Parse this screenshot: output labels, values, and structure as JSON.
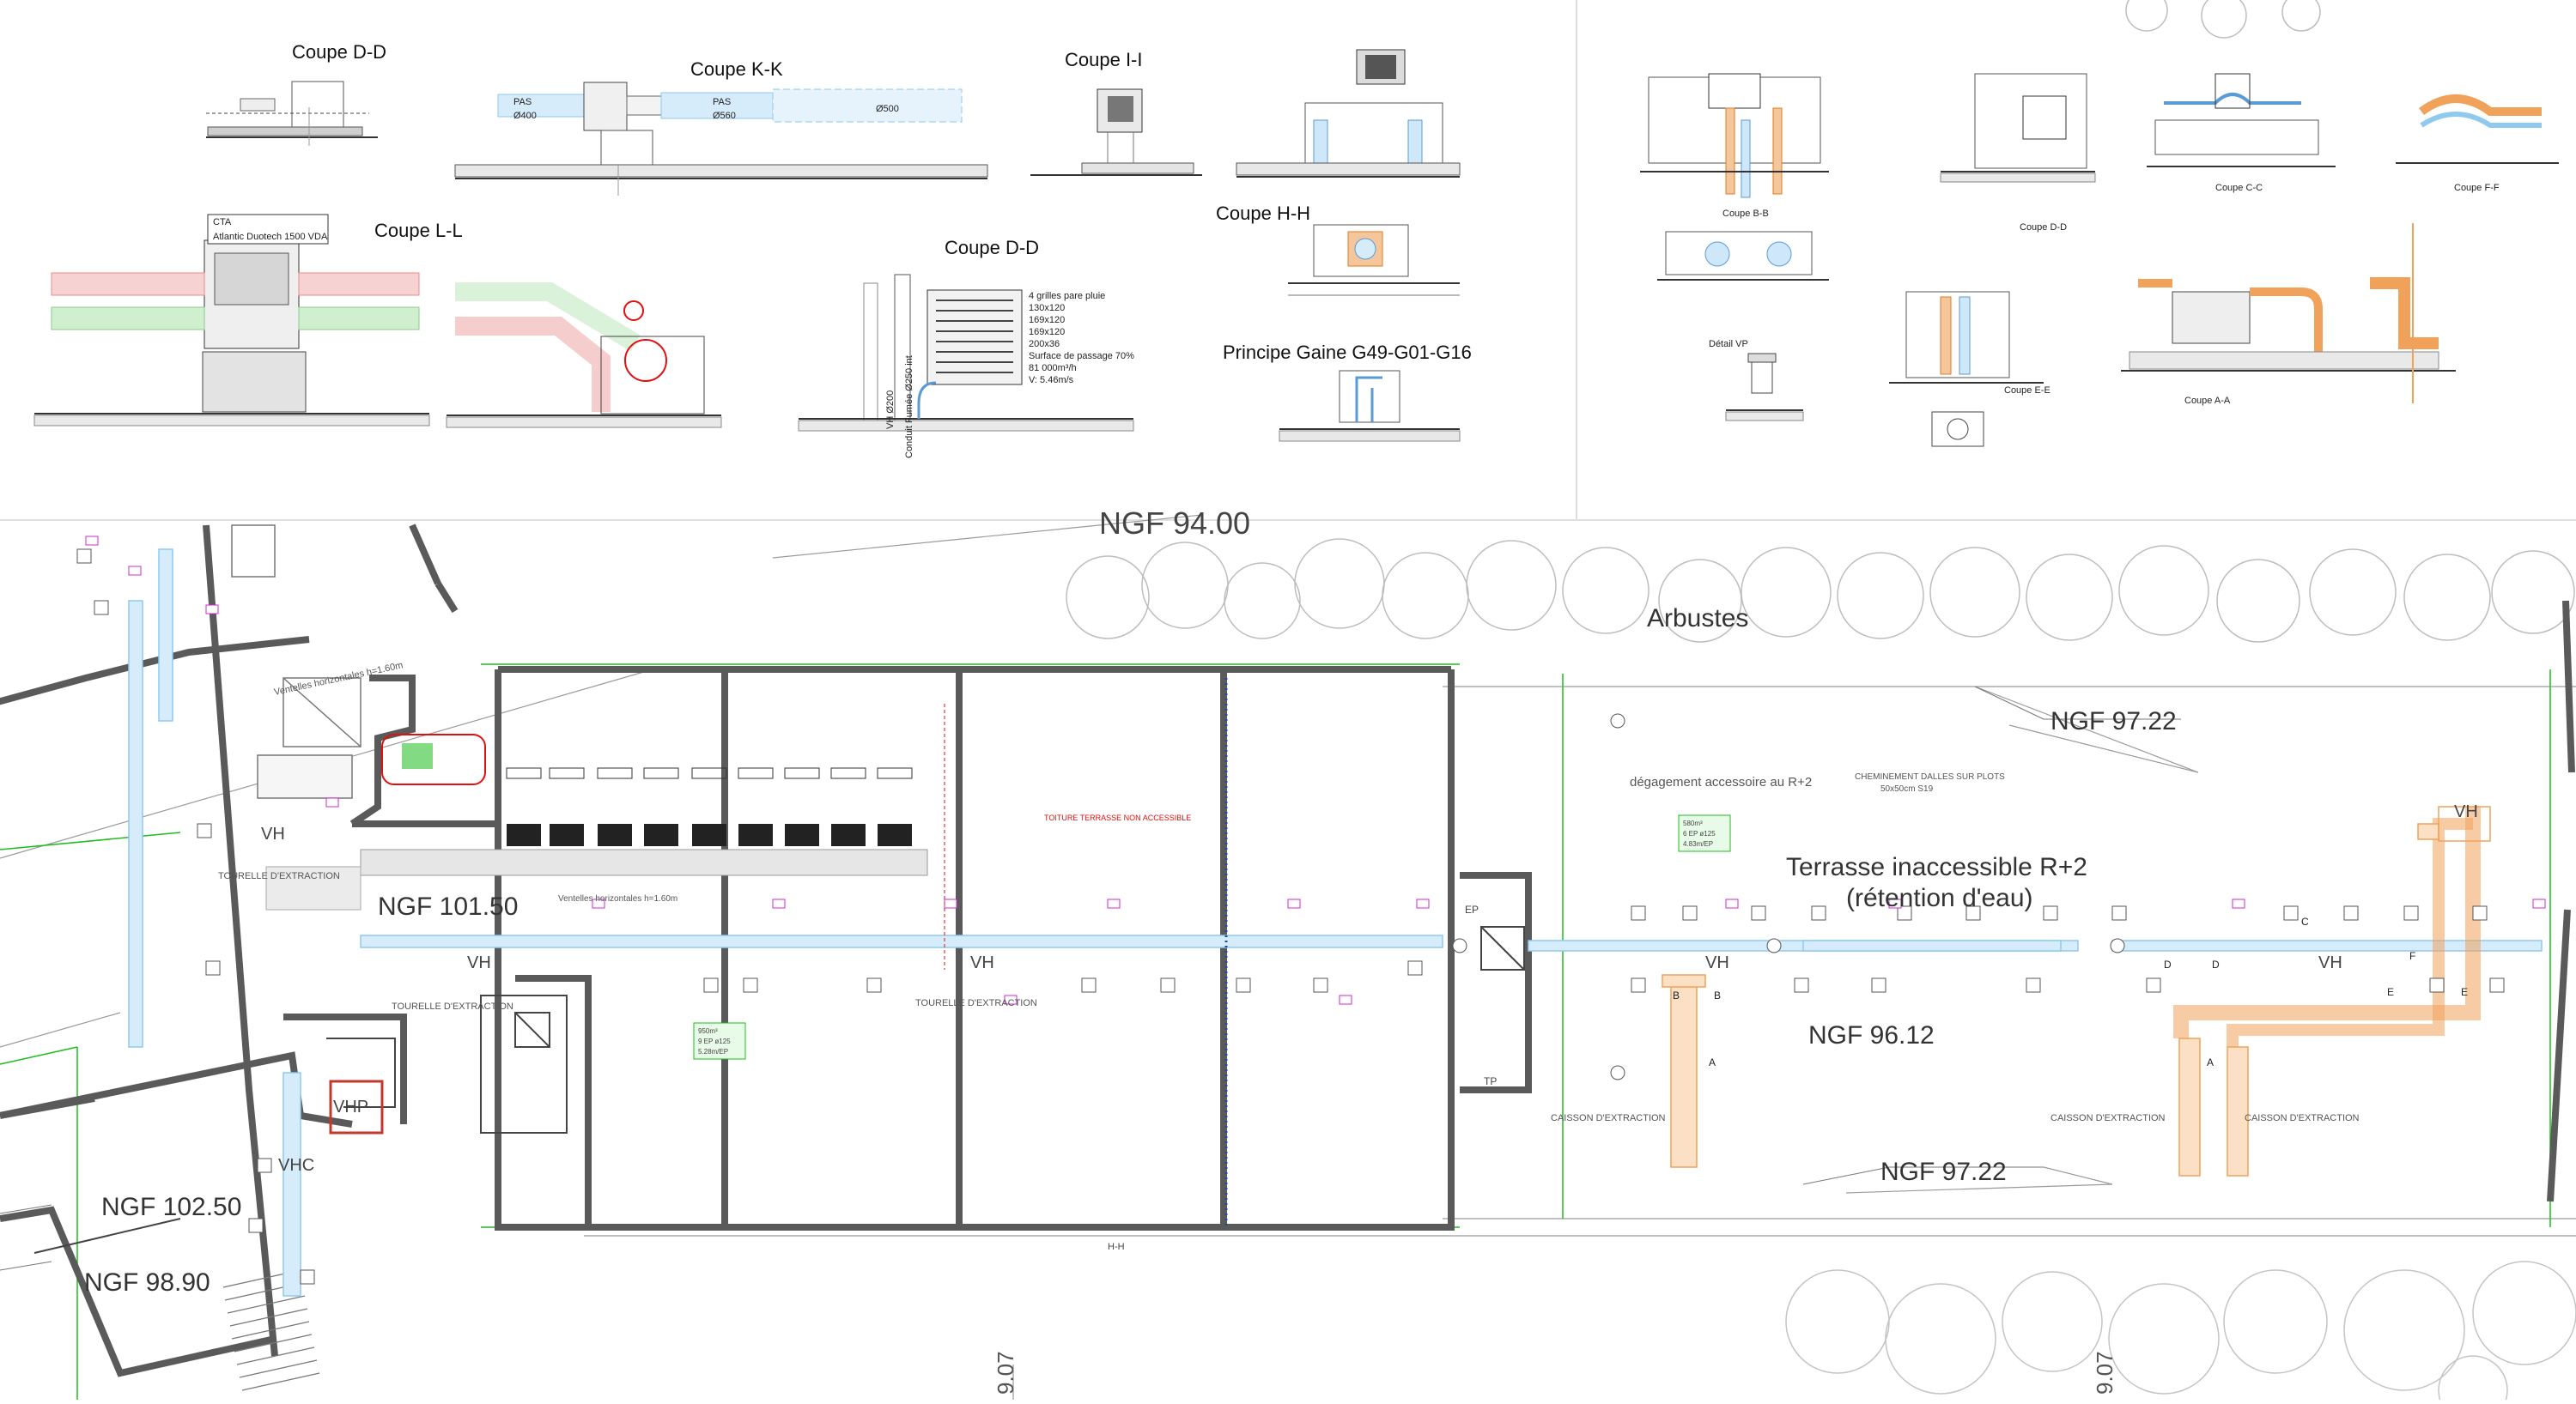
{
  "sections": {
    "top_left": [
      "Coupe D-D",
      "Coupe K-K",
      "Coupe I-I",
      "Coupe L-L",
      "Coupe H-H",
      "Coupe D-D",
      "Principe Gaine G49-G01-G16"
    ],
    "top_right": [
      "Coupe B-B",
      "Coupe D-D",
      "Coupe C-C",
      "Coupe F-F",
      "Détail VP",
      "Coupe E-E",
      "Coupe A-A"
    ]
  },
  "section_details": {
    "cta_line1": "CTA",
    "cta_line2": "Atlantic Duotech 1500 VDA",
    "pas1": "PAS",
    "d400": "Ø400",
    "pas2": "PAS",
    "d560": "Ø560",
    "d500": "Ø500",
    "grilles": [
      "4 grilles pare pluie",
      "130x120",
      "169x120",
      "169x120",
      "200x36",
      "Surface de passage 70%",
      "81 000m³/h",
      "V: 5.46m/s"
    ],
    "vh_d200": "VH Ø200",
    "conduit": "Conduit Fumée Ø250 int"
  },
  "plan": {
    "ngf_94": "NGF 94.00",
    "arbustes": "Arbustes",
    "ngf_97_top": "NGF 97.22",
    "ngf_101": "NGF 101.50",
    "ngf_102": "NGF 102.50",
    "ngf_98": "NGF 98.90",
    "ngf_96": "NGF 96.12",
    "ngf_97_bottom": "NGF 97.22",
    "terrasse_1": "Terrasse inaccessible R+2",
    "terrasse_2": "(rétention d'eau)",
    "degagement": "dégagement accessoire au R+2",
    "cheminement_1": "CHEMINEMENT DALLES SUR PLOTS",
    "cheminement_2": "50x50cm S19",
    "toiture": "TOITURE TERRASSE NON ACCESSIBLE",
    "ventelles_1": "Ventelles horizontales h=1.60m",
    "ventelles_2": "Ventelles horizontales h=1.60m",
    "vh": "VH",
    "vhp": "VHP",
    "vhc": "VHC",
    "tourelle": "TOURELLE D'EXTRACTION",
    "caisson": "CAISSON D'EXTRACTION",
    "tp": "TP",
    "ep": "EP",
    "hh": "H-H",
    "dim_907": "9.07",
    "green_box_1": [
      "580m³",
      "6 EP ø125",
      "4.83m/EP"
    ],
    "green_box_2": [
      "950m³",
      "9 EP ø125",
      "5.28m/EP"
    ],
    "section_marks": [
      "B",
      "B",
      "A",
      "A",
      "C",
      "D",
      "D",
      "F",
      "E",
      "E"
    ]
  },
  "colors": {
    "wall": "#5a5a5a",
    "duct_blue": "#8ec9ef",
    "duct_orange": "#f0a25a",
    "green": "#1cbd1c",
    "red": "#e01010",
    "magenta": "#d12bd1",
    "tree": "#bdbdbd",
    "text_grey": "#444444"
  }
}
